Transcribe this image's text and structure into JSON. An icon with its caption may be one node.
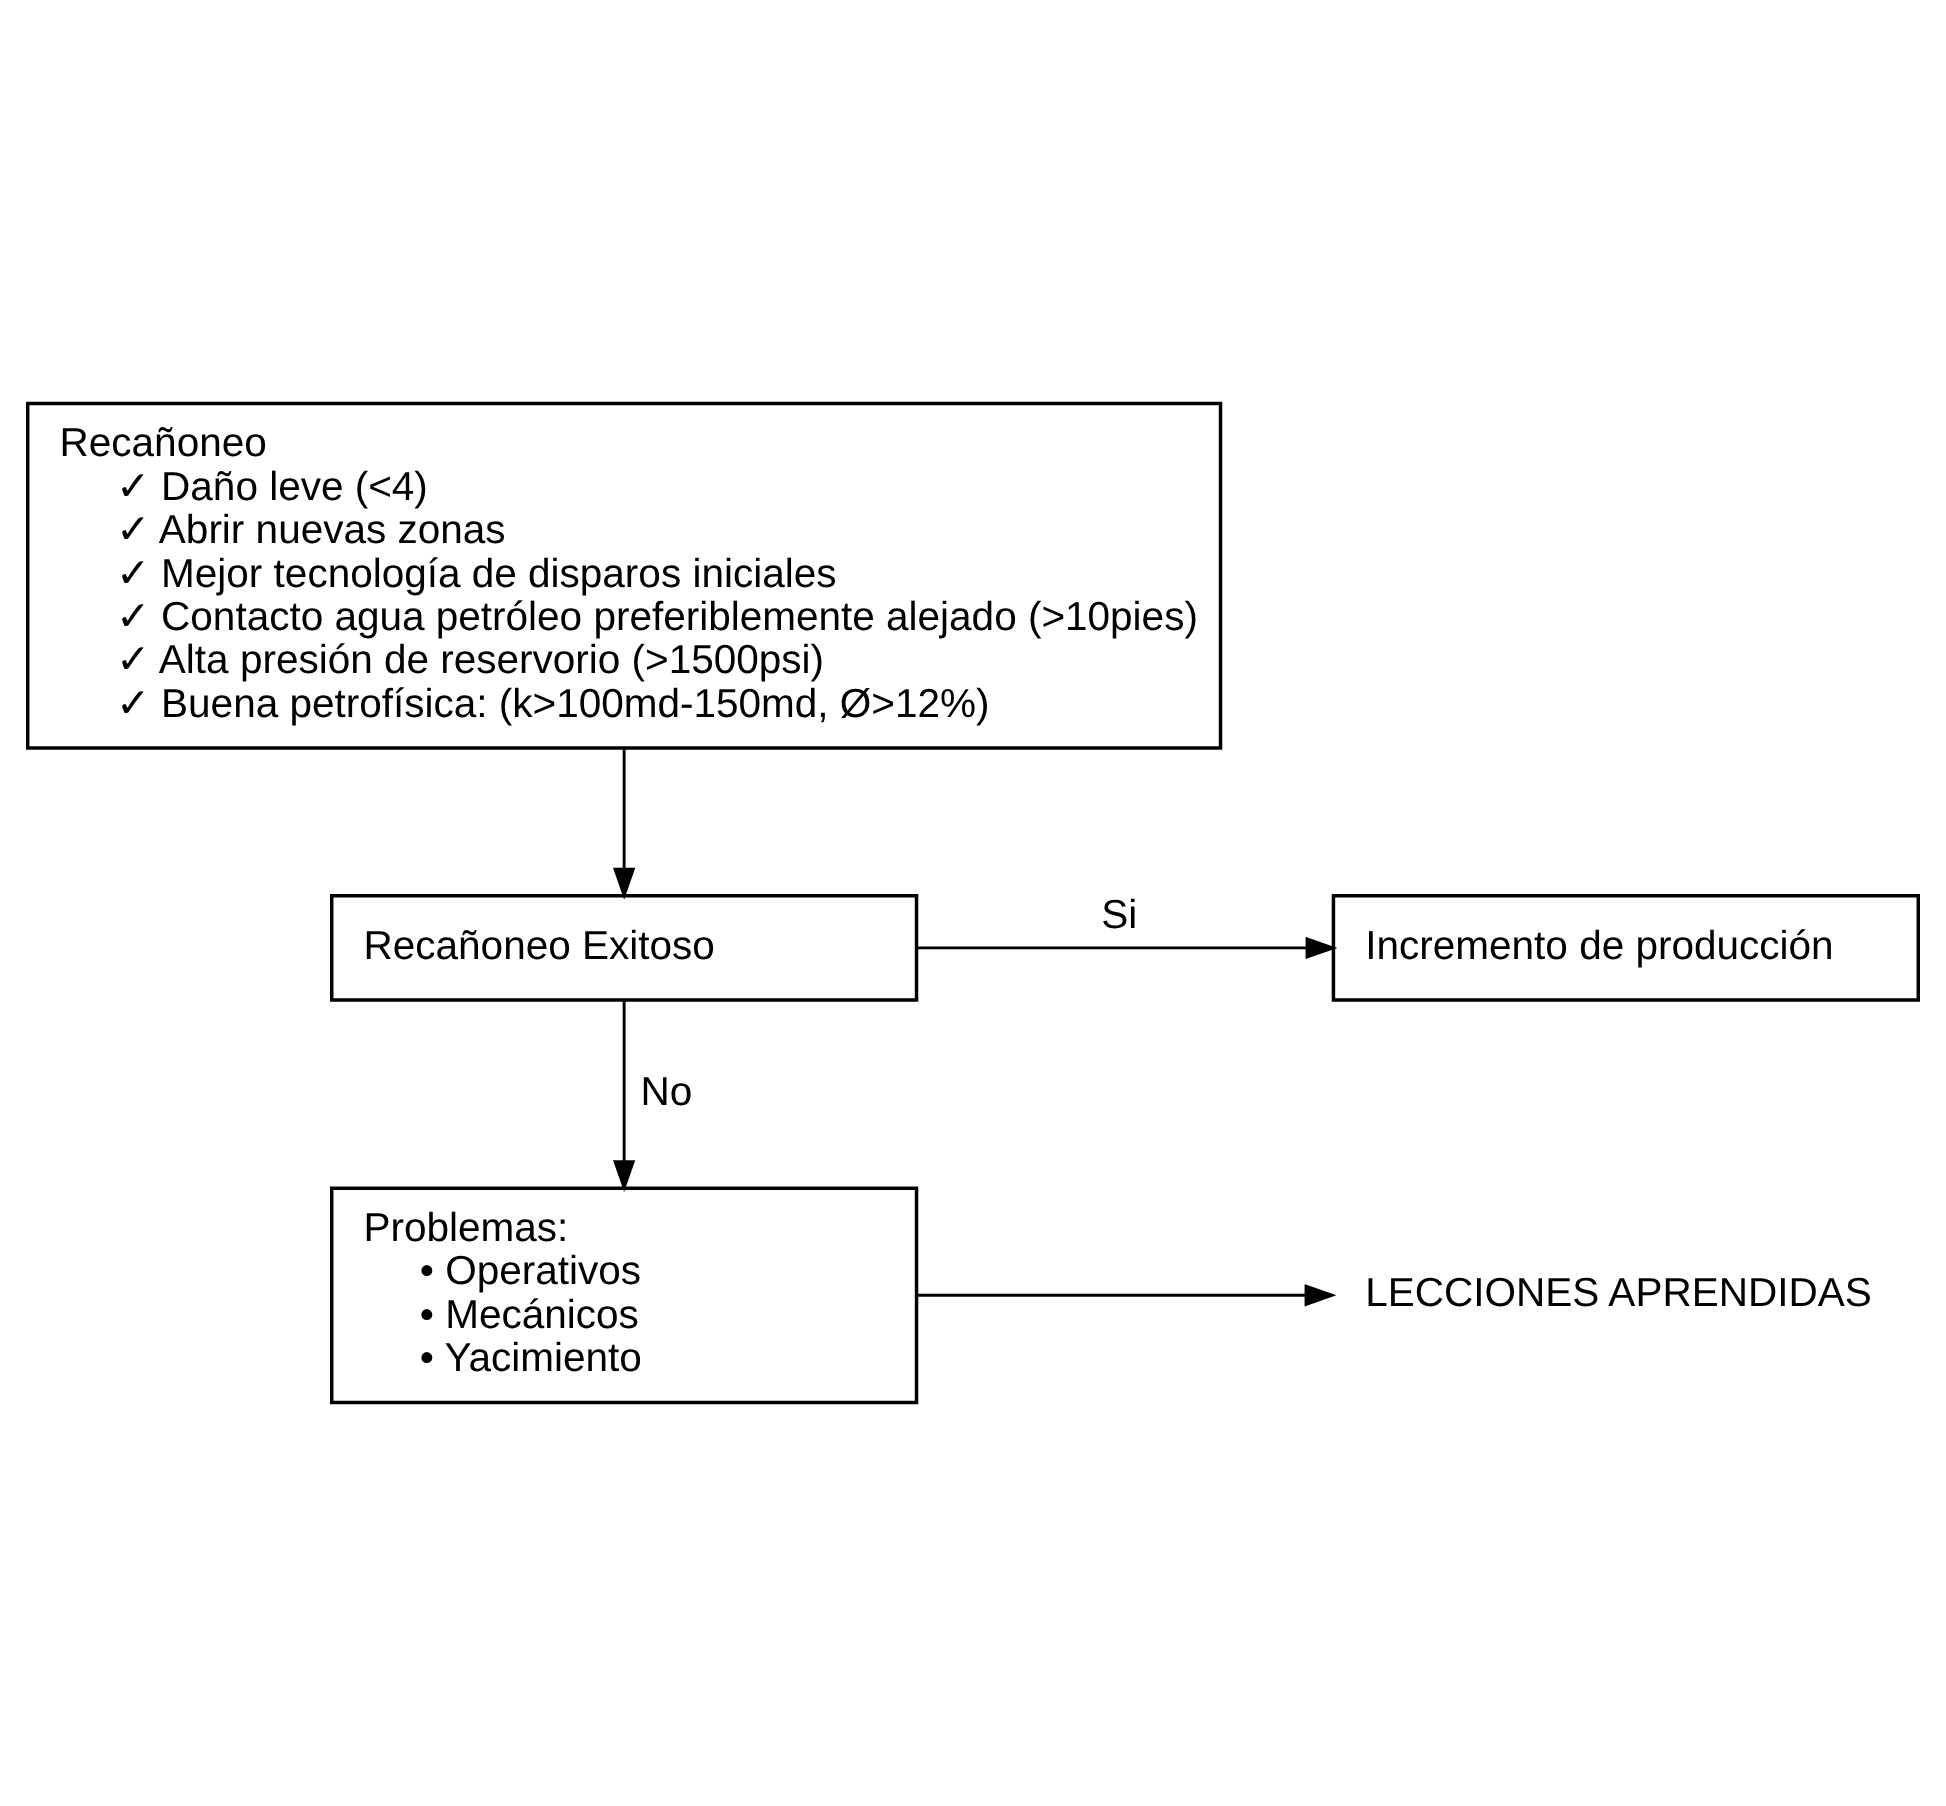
{
  "diagram": {
    "nodes": [
      {
        "text": [
          "Recañoneo",
          "✓ Daño leve (<4)",
          "✓ Abrir nuevas zonas",
          "✓ Mejor tecnología de disparos iniciales",
          "✓ Contacto agua petróleo preferiblemente alejado (>10pies)",
          "✓ Alta presión de reservorio (>1500psi)",
          "✓ Buena petrofísica: (k>100md-150md, Ø>12%)"
        ]
      },
      {
        "text": [
          "Recañoneo Exitoso"
        ]
      },
      {
        "text": [
          "Incremento de producción"
        ]
      },
      {
        "text": [
          "Problemas:",
          "• Operativos",
          "• Mecánicos",
          "• Yacimiento"
        ]
      },
      {
        "text": [
          "LECCIONES APRENDIDAS"
        ]
      }
    ],
    "edges": [
      {
        "from": 0,
        "to": 1,
        "arrow": "to"
      },
      {
        "from": 1,
        "to": 2,
        "arrow": "to",
        "label": "Si"
      },
      {
        "from": 1,
        "to": 3,
        "arrow": "to",
        "label": "No"
      },
      {
        "from": 3,
        "to": 4,
        "arrow": "to"
      }
    ]
  }
}
